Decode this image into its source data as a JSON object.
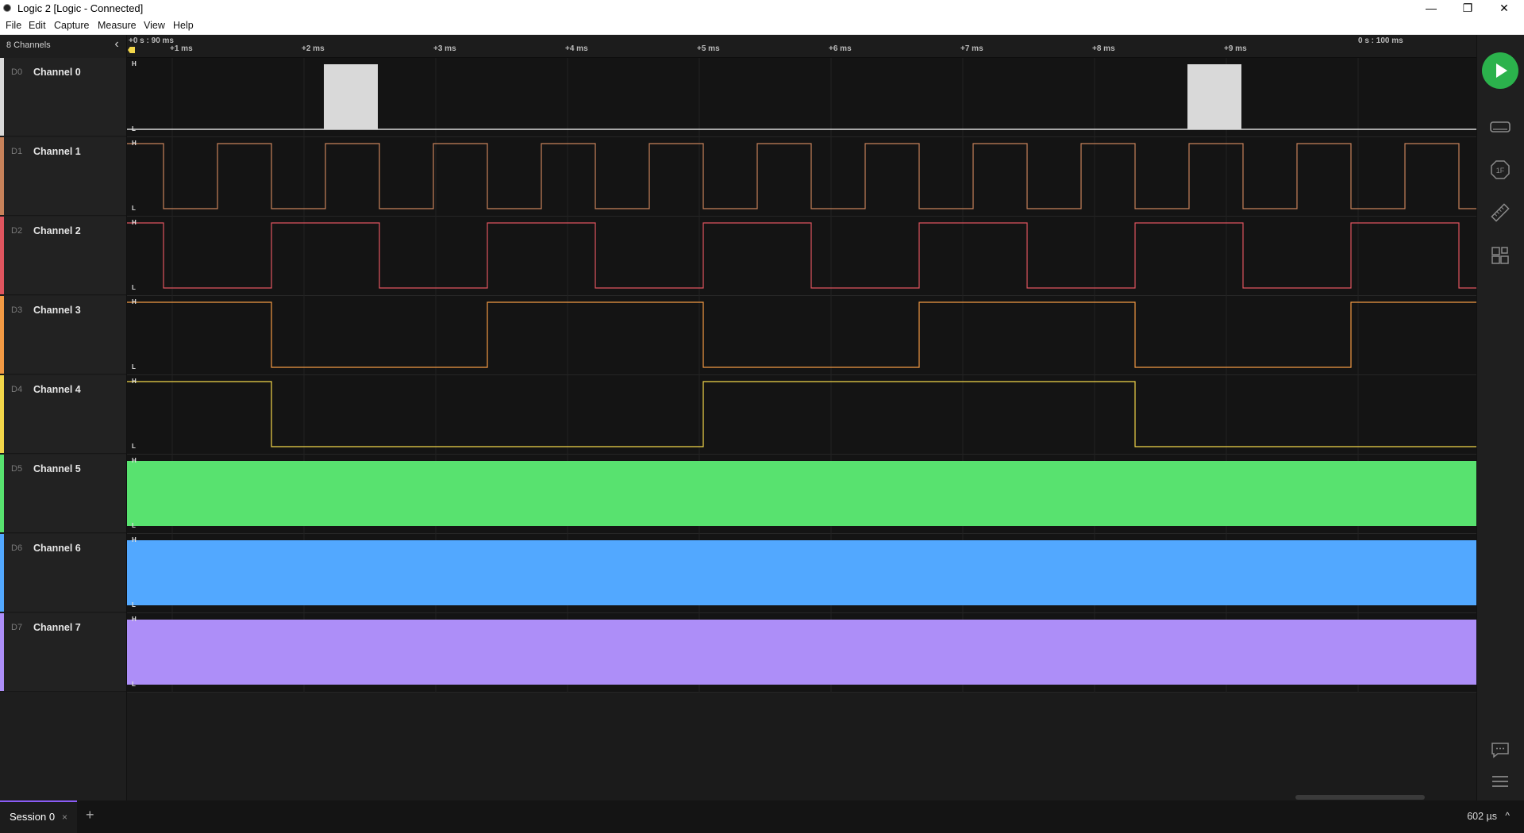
{
  "window": {
    "title": "Logic 2 [Logic - Connected]",
    "minimize_glyph": "—",
    "restore_glyph": "❐",
    "close_glyph": "✕"
  },
  "menu": [
    "File",
    "Edit",
    "Capture",
    "Measure",
    "View",
    "Help"
  ],
  "channels_panel": {
    "count_label": "8 Channels",
    "collapse_icon": "chevron-left-icon",
    "channels": [
      {
        "id": "D0",
        "name": "Channel 0",
        "color": "#d9d9d9"
      },
      {
        "id": "D1",
        "name": "Channel 1",
        "color": "#c8825a"
      },
      {
        "id": "D2",
        "name": "Channel 2",
        "color": "#e0555f"
      },
      {
        "id": "D3",
        "name": "Channel 3",
        "color": "#f29a44"
      },
      {
        "id": "D4",
        "name": "Channel 4",
        "color": "#f2d64a"
      },
      {
        "id": "D5",
        "name": "Channel 5",
        "color": "#58e26f"
      },
      {
        "id": "D6",
        "name": "Channel 6",
        "color": "#52a8ff"
      },
      {
        "id": "D7",
        "name": "Channel 7",
        "color": "#ad8ef8"
      }
    ]
  },
  "ruler": {
    "start_label": "+0 s : 90 ms",
    "end_label": "0 s : 100 ms",
    "ticks": [
      "+1 ms",
      "+2 ms",
      "+3 ms",
      "+4 ms",
      "+5 ms",
      "+6 ms",
      "+7 ms",
      "+8 ms",
      "+9 ms"
    ]
  },
  "level_labels": {
    "high": "H",
    "low": "L"
  },
  "right_sidebar": {
    "icons": [
      "play-icon",
      "device-icon",
      "protocol-analyzer-icon",
      "measure-icon",
      "extensions-icon",
      "feedback-icon",
      "menu-icon"
    ]
  },
  "session": {
    "tab_label": "Session 0",
    "close_glyph": "×",
    "add_glyph": "+"
  },
  "zoom": {
    "label": "602 µs",
    "caret": "^"
  }
}
